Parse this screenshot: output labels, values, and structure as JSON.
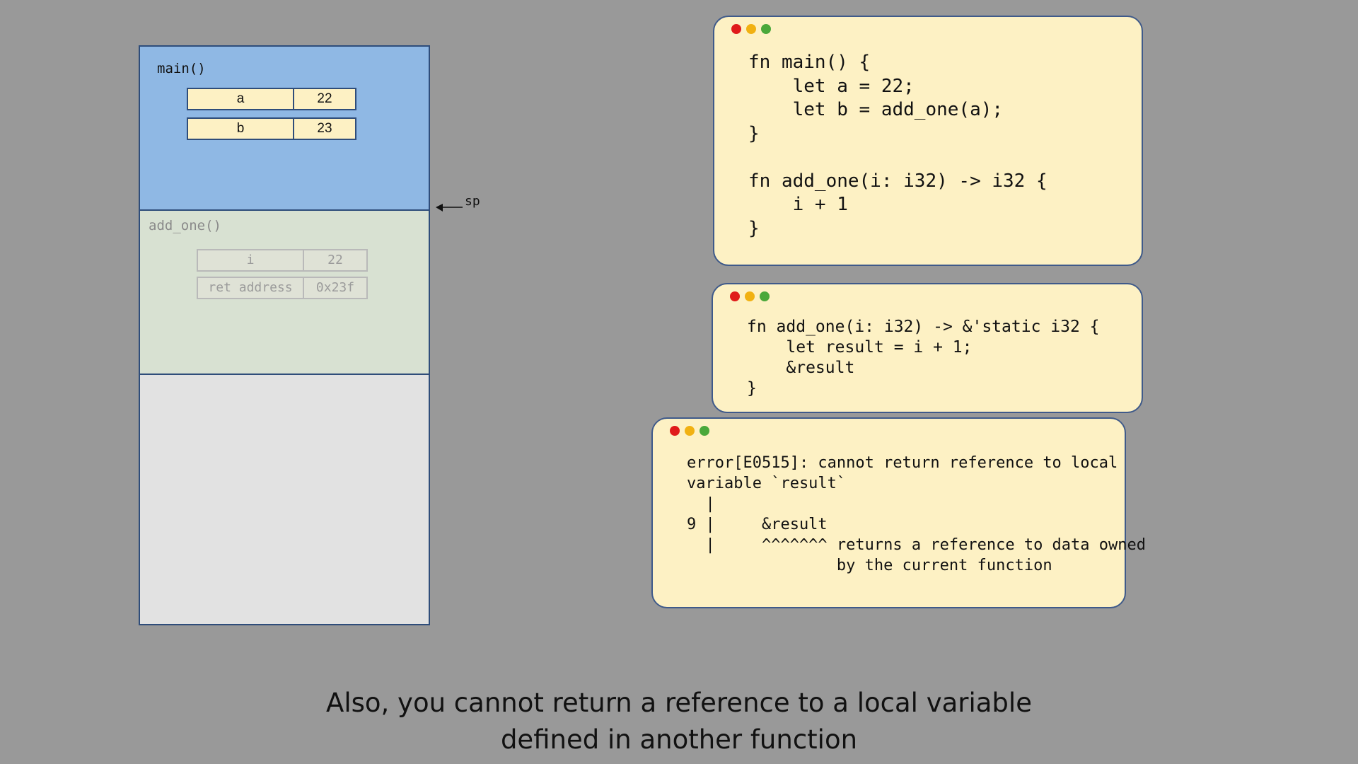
{
  "stack": {
    "main_frame": {
      "label": "main()",
      "vars": [
        {
          "name": "a",
          "value": "22"
        },
        {
          "name": "b",
          "value": "23"
        }
      ]
    },
    "add_one_frame": {
      "label": "add_one()",
      "vars": [
        {
          "name": "i",
          "value": "22"
        },
        {
          "name": "ret address",
          "value": "0x23f"
        }
      ]
    },
    "sp_label": "sp"
  },
  "windows": {
    "main_code": "fn main() {\n    let a = 22;\n    let b = add_one(a);\n}\n\nfn add_one(i: i32) -> i32 {\n    i + 1\n}",
    "static_code": "fn add_one(i: i32) -> &'static i32 {\n    let result = i + 1;\n    &result\n}",
    "error_output": "error[E0515]: cannot return reference to local\nvariable `result`\n  |\n9 |     &result\n  |     ^^^^^^^ returns a reference to data owned\n                by the current function"
  },
  "caption": {
    "line1": "Also, you cannot return a reference to a local variable",
    "line2": "defined in another function"
  },
  "colors": {
    "background": "#999999",
    "main_frame": "#8fb8e4",
    "add_one_frame": "#d8e1d2",
    "window": "#fdf1c4",
    "border": "#2f4d7a"
  }
}
